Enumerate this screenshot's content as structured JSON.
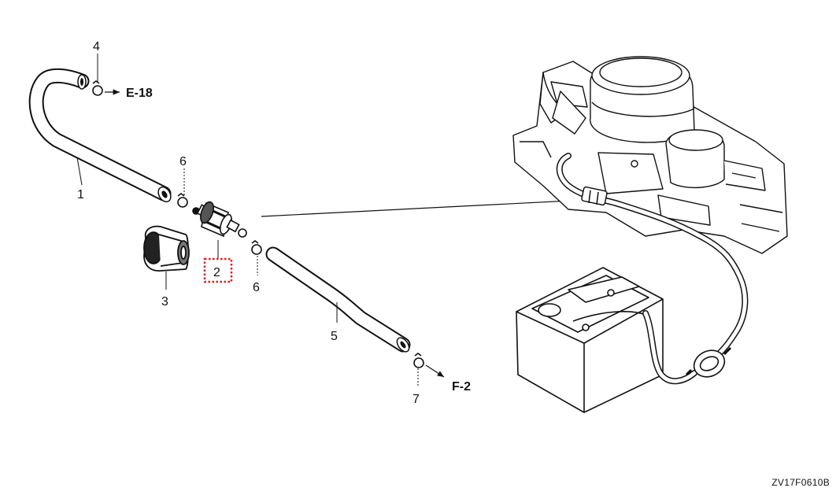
{
  "callouts": {
    "p1": "1",
    "p2": "2",
    "p3": "3",
    "p4": "4",
    "p5": "5",
    "p6a": "6",
    "p6b": "6",
    "p7": "7"
  },
  "references": {
    "upper": "E-18",
    "lower": "F-2"
  },
  "highlighted_part": "2",
  "highlight_color": "#d8201f",
  "diagram_code": "ZV17F0610B"
}
